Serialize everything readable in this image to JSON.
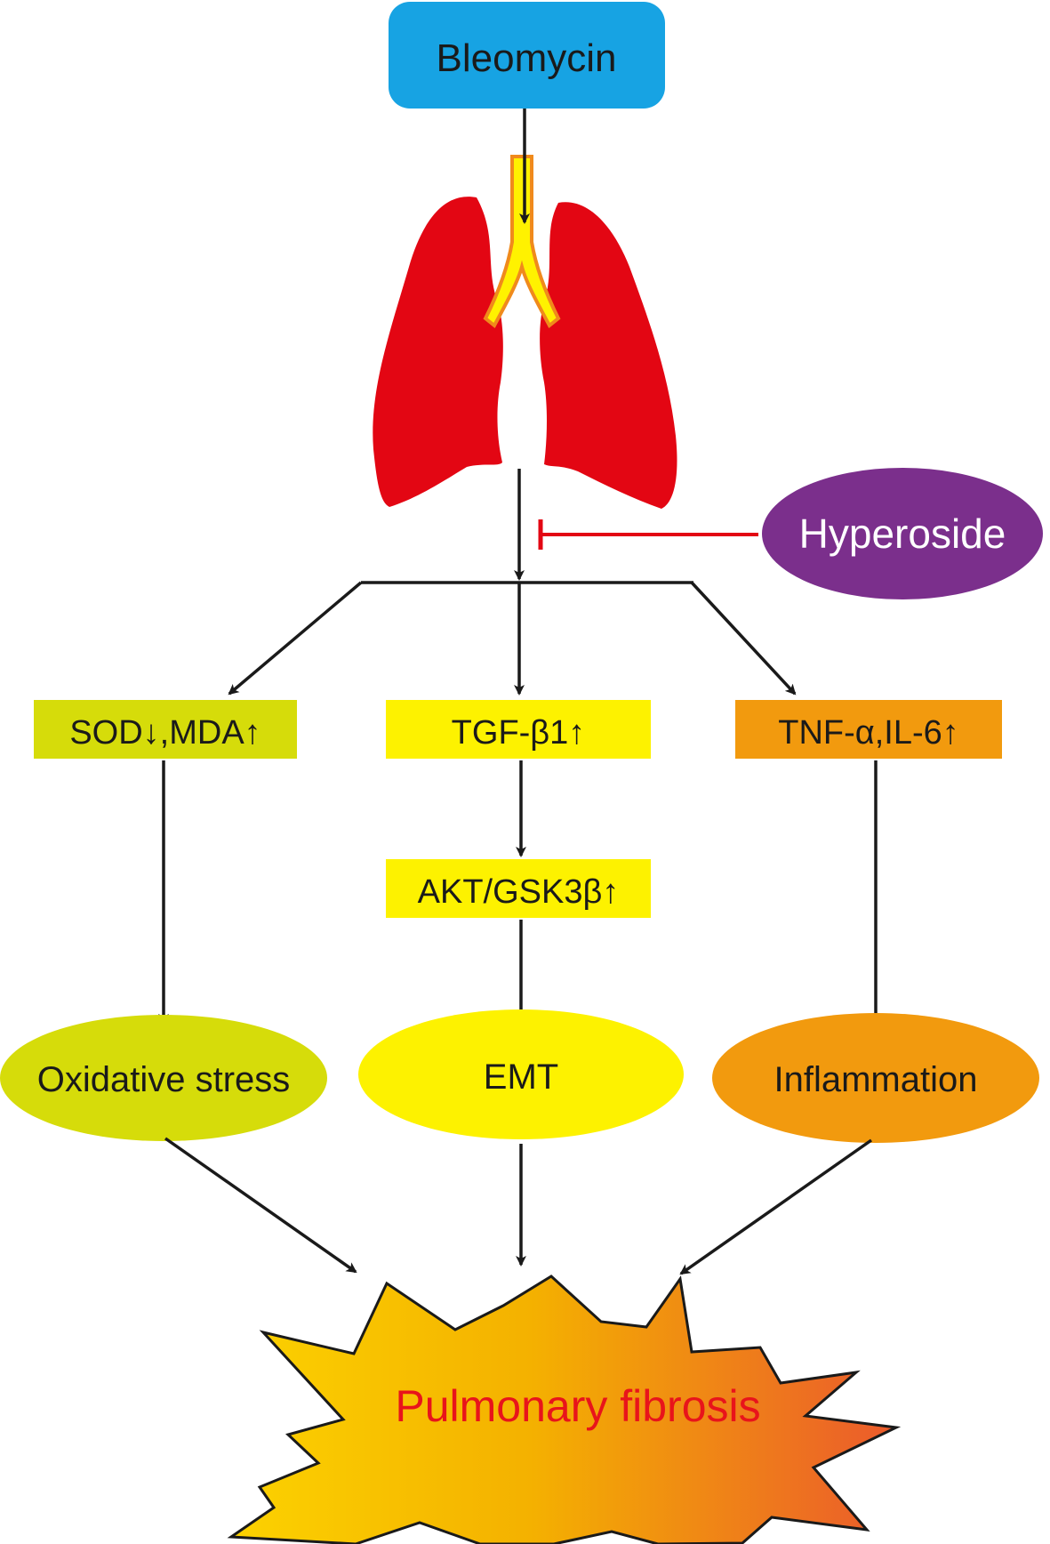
{
  "nodes": {
    "bleomycin": {
      "label": "Bleomycin",
      "color": "#17a3e3"
    },
    "hyperoside": {
      "label": "Hyperoside",
      "color": "#7b2f8c",
      "text_color": "#ffffff"
    },
    "sod_mda": {
      "label": "SOD↓,MDA↑",
      "color": "#d6dc0a"
    },
    "tgf": {
      "label": "TGF-β1↑",
      "color": "#fdf200"
    },
    "tnf": {
      "label": "TNF-α,IL-6↑",
      "color": "#f29a0e"
    },
    "akt": {
      "label": "AKT/GSK3β↑",
      "color": "#fdf200"
    },
    "oxidative": {
      "label": "Oxidative stress",
      "color": "#d6dc0a"
    },
    "emt": {
      "label": "EMT",
      "color": "#fdf200"
    },
    "inflammation": {
      "label": "Inflammation",
      "color": "#f29a0e"
    },
    "fibrosis": {
      "label": "Pulmonary fibrosis",
      "text_color": "#e8141b",
      "gradient": [
        "#fcd200",
        "#f4b100",
        "#eb5a2c"
      ]
    }
  },
  "colors": {
    "lung": "#e30613",
    "trachea_fill": "#fff200",
    "trachea_outline": "#f08a1c",
    "arrow": "#1a1a1a",
    "inhibit": "#e30613"
  }
}
